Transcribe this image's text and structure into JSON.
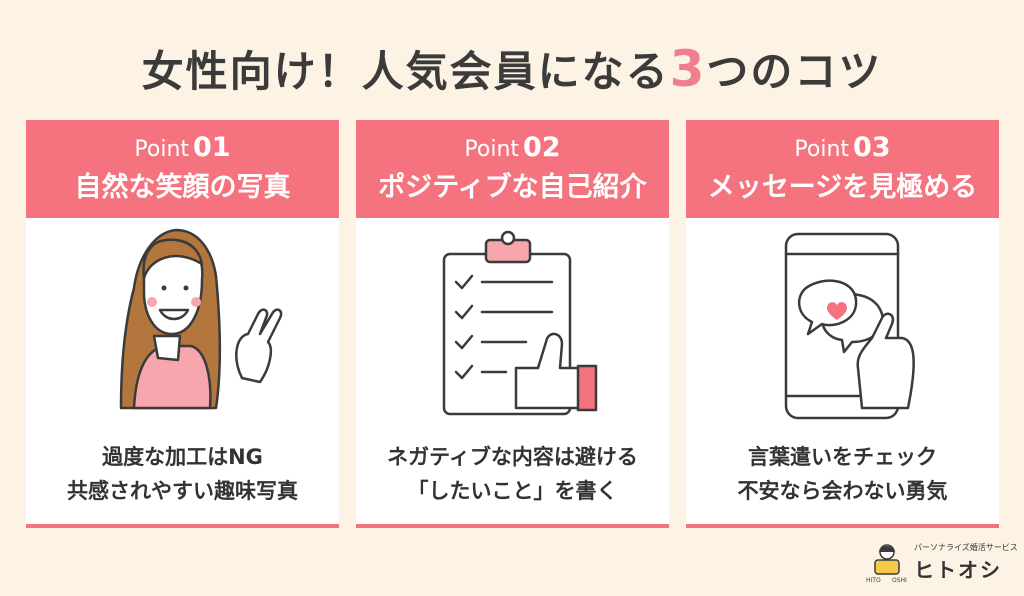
{
  "title": {
    "before": "女性向け！人気会員になる",
    "accent": "3",
    "after": "つのコツ"
  },
  "cards": [
    {
      "point_label": "Point",
      "point_num": "01",
      "title": "自然な笑顔の写真",
      "line1": "過度な加工はNG",
      "line2": "共感されやすい趣味写真"
    },
    {
      "point_label": "Point",
      "point_num": "02",
      "title": "ポジティブな自己紹介",
      "line1": "ネガティブな内容は避ける",
      "line2": "「したいこと」を書く"
    },
    {
      "point_label": "Point",
      "point_num": "03",
      "title": "メッセージを見極める",
      "line1": "言葉遣いをチェック",
      "line2": "不安なら会わない勇気"
    }
  ],
  "logo": {
    "tagline": "パーソナライズ婚活サービス",
    "name": "ヒトオシ",
    "icon_text_left": "HITO",
    "icon_text_right": "OSHI"
  },
  "colors": {
    "accent": "#f4737f",
    "background": "#fcf3e4",
    "text": "#3b3b3b"
  }
}
